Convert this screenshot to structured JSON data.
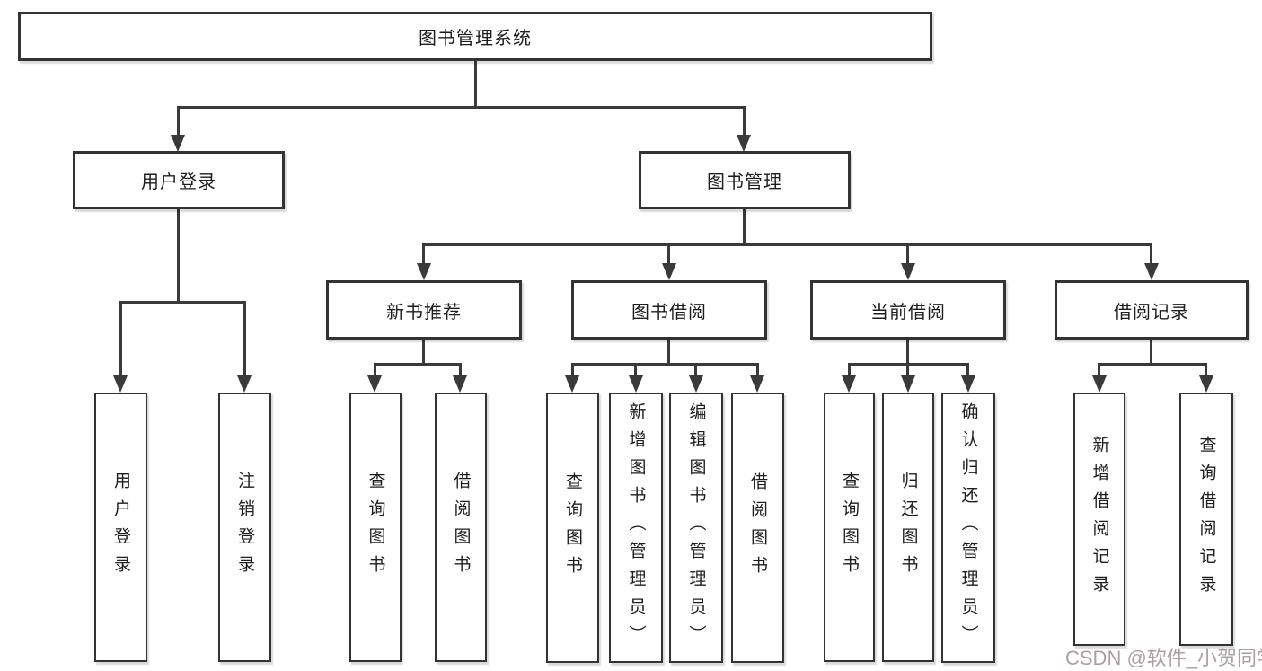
{
  "colors": {
    "line": "#3a3a3a",
    "box_border": "#333333",
    "text": "#1d1d1d",
    "background": "#ffffff",
    "watermark_color": "#ab9fa2"
  },
  "nodes": {
    "root": "图书管理系统",
    "user_login": "用户登录",
    "book_management": "图书管理",
    "new_book_recommend": "新书推荐",
    "book_borrow": "图书借阅",
    "current_borrow": "当前借阅",
    "borrow_records": "借阅记录",
    "leaf_user_login": "用户登录",
    "leaf_logout": "注销登录",
    "leaf_query_book_1": "查询图书",
    "leaf_borrow_book_1": "借阅图书",
    "leaf_query_book_2": "查询图书",
    "leaf_add_book_admin": "新增图书（管理员）",
    "leaf_edit_book_admin": "编辑图书（管理员）",
    "leaf_borrow_book_2": "借阅图书",
    "leaf_query_book_3": "查询图书",
    "leaf_return_book": "归还图书",
    "leaf_confirm_return_admin": "确认归还（管理员）",
    "leaf_add_borrow_record": "新增借阅记录",
    "leaf_query_borrow_record": "查询借阅记录"
  },
  "watermark": "CSDN @软件_小贺同学"
}
